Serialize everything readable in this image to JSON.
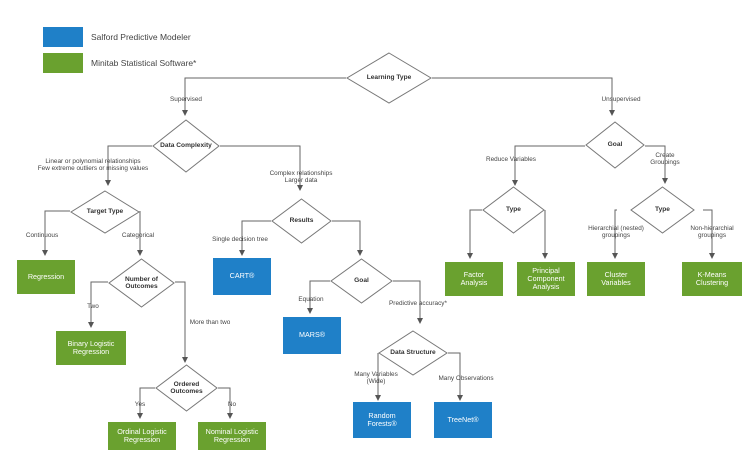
{
  "legend": [
    {
      "label": "Salford Predictive Modeler",
      "color": "#1f80c8"
    },
    {
      "label": "Minitab Statistical Software*",
      "color": "#6aa12f"
    }
  ],
  "decisions": {
    "learning_type": "Learning Type",
    "data_complexity": "Data Complexity",
    "target_type": "Target Type",
    "number_of_outcomes": "Number of Outcomes",
    "ordered_outcomes": "Ordered Outcomes",
    "results": "Results",
    "goal_supervised": "Goal",
    "data_structure": "Data Structure",
    "goal_unsupervised": "Goal",
    "type_reduce": "Type",
    "type_group": "Type"
  },
  "edge_labels": {
    "supervised": "Supervised",
    "unsupervised": "Unsupervised",
    "linear": "Linear or polynomial relationships\nFew extreme outliers or missing values",
    "complex": "Complex relationships\nLarger data",
    "continuous": "Continuous",
    "categorical": "Categorical",
    "two": "Two",
    "more_than_two": "More than two",
    "yes": "Yes",
    "no": "No",
    "single_tree": "Single decision tree",
    "equation": "Equation",
    "predictive_accuracy": "Predictive accuracy*",
    "many_variables": "Many Variables\n(Wide)",
    "many_observations": "Many Observations",
    "reduce_variables": "Reduce Variables",
    "create_groupings": "Create\nGroupings",
    "hierarchical": "Hierarchial (nested)\ngroupings",
    "non_hierarchical": "Non-hierarchial\ngroupings"
  },
  "outcomes": {
    "regression": "Regression",
    "binary_logistic": "Binary Logistic\nRegression",
    "ordinal_logistic": "Ordinal Logistic\nRegression",
    "nominal_logistic": "Nominal Logistic\nRegression",
    "cart": "CART®",
    "mars": "MARS®",
    "random_forests": "Random\nForests®",
    "treenet": "TreeNet®",
    "factor_analysis": "Factor\nAnalysis",
    "pca": "Principal\nComponent\nAnalysis",
    "cluster_variables": "Cluster\nVariables",
    "kmeans": "K-Means\nClustering"
  }
}
